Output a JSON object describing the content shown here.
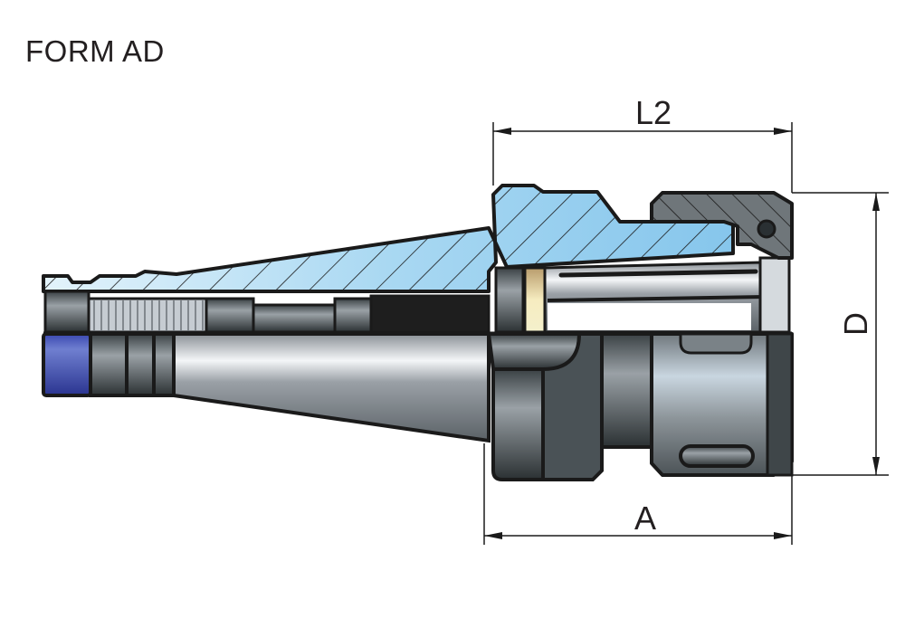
{
  "title": "FORM AD",
  "dimensions": {
    "l2": "L2",
    "d": "D",
    "a": "A"
  },
  "colors": {
    "section_blue": "#8fcbee",
    "section_light": "#d6eefa",
    "steel": "#8a9096",
    "dark_steel": "#2e3436",
    "nut_gray": "#6d7377",
    "ring_blue": "#2f3da0",
    "brass": "#e9d9a0",
    "outline": "#1a1a1a"
  }
}
